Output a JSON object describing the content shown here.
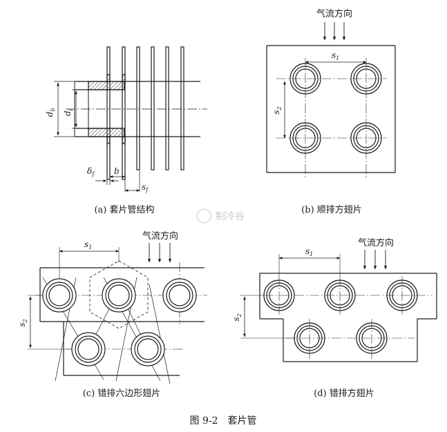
{
  "figure": {
    "caption": "图 9-2　套片管",
    "watermark": "制冷谷"
  },
  "panels": {
    "a": {
      "caption": "(a) 套片管结构"
    },
    "b": {
      "caption": "(b) 顺排方翅片",
      "flow_label": "气流方向"
    },
    "c": {
      "caption": "(c) 错排六边形翅片",
      "flow_label": "气流方向"
    },
    "d": {
      "caption": "(d) 错排方翅片",
      "flow_label": "气流方向"
    }
  },
  "symbols": {
    "d": "d",
    "b_sub": "b",
    "i_sub": "i",
    "delta": "δ",
    "f_sub": "f",
    "b": "b",
    "s": "s",
    "one": "1",
    "two": "2"
  },
  "colors": {
    "ink": "#1a1a1a",
    "hatch": "#333333",
    "watermark": "#c9c9c9"
  }
}
